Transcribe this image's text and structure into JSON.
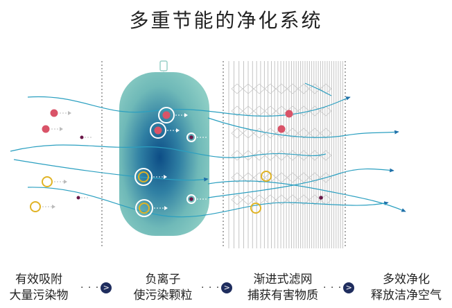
{
  "title": "多重节能的净化系统",
  "stages": [
    {
      "line1": "有效吸附",
      "line2": "大量污染物"
    },
    {
      "line1": "负离子",
      "line2": "使污染颗粒"
    },
    {
      "line1": "渐进式滤网",
      "line2": "捕获有害物质"
    },
    {
      "line1": "多效净化",
      "line2": "释放洁净空气"
    }
  ],
  "connector": {
    "dots": "· · ·",
    "arrow": ">"
  },
  "colors": {
    "teal_body": "#8ccdc4",
    "core_blue": "#0d4d86",
    "flow_line": "#2a9fc0",
    "pollutant_red": "#d95368",
    "allergen_yellow": "#e0b324",
    "small_particle": "#6a1748",
    "filter_line": "#c4c4c4",
    "connector_icon": "#1f2d5e"
  }
}
